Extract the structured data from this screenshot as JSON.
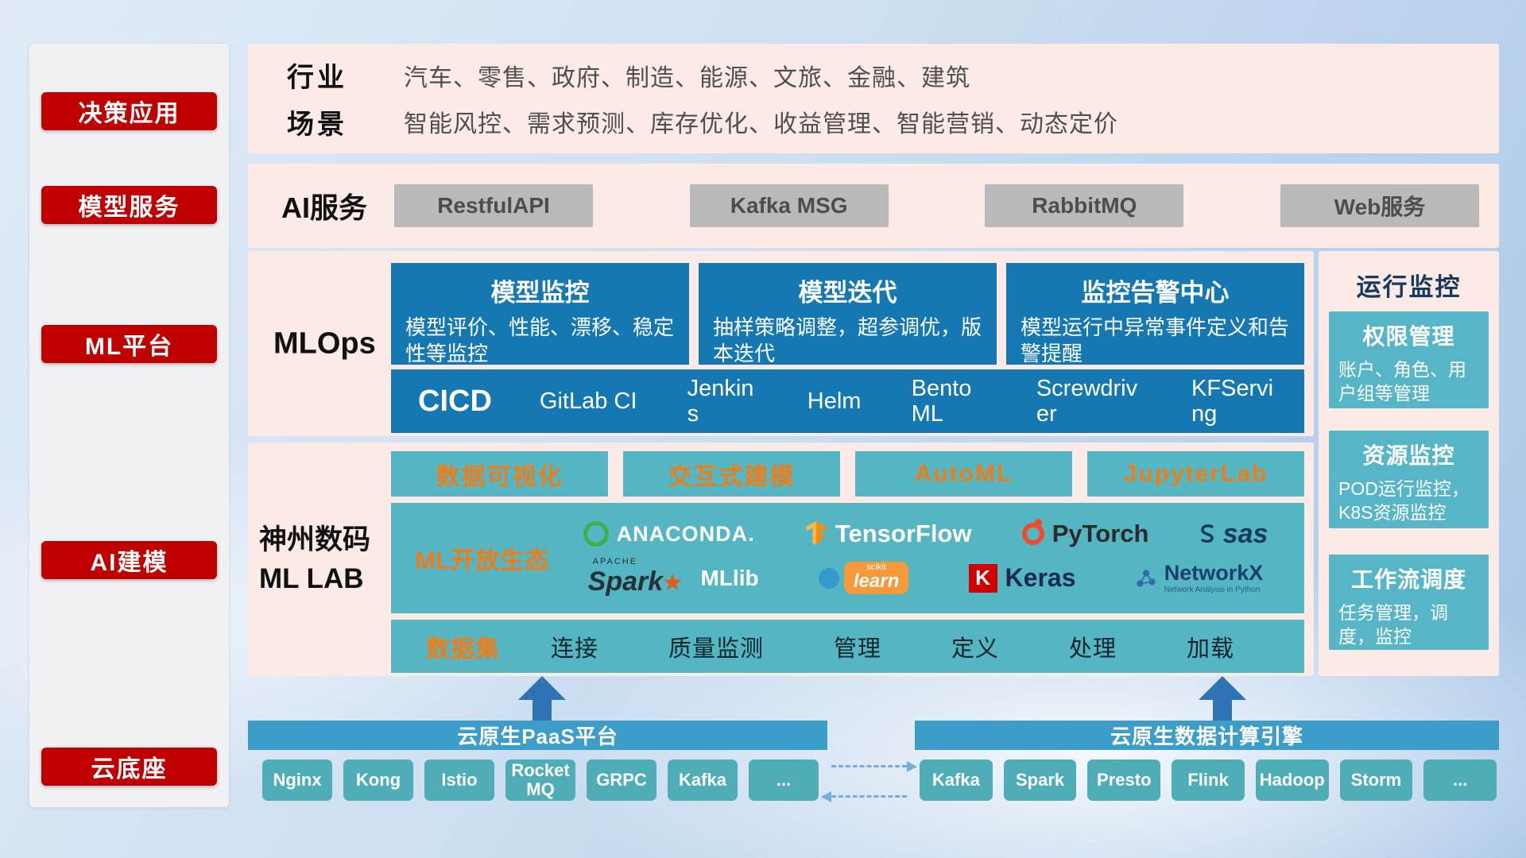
{
  "sidebar": {
    "items": [
      "决策应用",
      "模型服务",
      "ML平台",
      "AI建模",
      "云底座"
    ]
  },
  "industry": {
    "rows": [
      {
        "label": "行业",
        "text": "汽车、零售、政府、制造、能源、文旅、金融、建筑"
      },
      {
        "label": "场景",
        "text": "智能风控、需求预测、库存优化、收益管理、智能营销、动态定价"
      }
    ]
  },
  "ai_service": {
    "label": "AI服务",
    "services": [
      "RestfulAPI",
      "Kafka MSG",
      "RabbitMQ",
      "Web服务"
    ]
  },
  "mlops": {
    "label": "MLOps",
    "cards": [
      {
        "title": "模型监控",
        "desc": "模型评价、性能、漂移、稳定性等监控"
      },
      {
        "title": "模型迭代",
        "desc": "抽样策略调整，超参调优，版本迭代"
      },
      {
        "title": "监控告警中心",
        "desc": "模型运行中异常事件定义和告警提醒"
      }
    ],
    "cicd_title": "CICD",
    "cicd_tools": [
      "GitLab CI",
      "Jenkins",
      "Helm",
      "BentoML",
      "Screwdriver",
      "KFServing"
    ]
  },
  "mllab": {
    "label_line1": "神州数码",
    "label_line2": "ML LAB",
    "tools": [
      "数据可视化",
      "交互式建模",
      "AutoML",
      "JupyterLab"
    ],
    "eco_label": "ML开放生态",
    "logos": {
      "anaconda": "ANACONDA.",
      "tensorflow": "TensorFlow",
      "pytorch": "PyTorch",
      "sas": "sas",
      "spark_apache": "APACHE",
      "spark": "Spark",
      "mllib": "MLlib",
      "sklearn_small": "scikit",
      "sklearn": "learn",
      "keras_letter": "K",
      "keras": "Keras",
      "networkx": "NetworkX",
      "networkx_sub": "Network Analysis in Python"
    },
    "dataset_label": "数据集",
    "dataset_items": [
      "连接",
      "质量监测",
      "管理",
      "定义",
      "处理",
      "加载"
    ]
  },
  "monitoring": {
    "title": "运行监控",
    "cards": [
      {
        "title": "权限管理",
        "desc": "账户、角色、用户组等管理"
      },
      {
        "title": "资源监控",
        "desc": "POD运行监控，K8S资源监控"
      },
      {
        "title": "工作流调度",
        "desc": "任务管理，调度，监控"
      }
    ]
  },
  "foundation": {
    "paas_title": "云原生PaaS平台",
    "paas_items": [
      "Nginx",
      "Kong",
      "Istio",
      "RocketMQ",
      "GRPC",
      "Kafka",
      "..."
    ],
    "compute_title": "云原生数据计算引擎",
    "compute_items": [
      "Kafka",
      "Spark",
      "Presto",
      "Flink",
      "Hadoop",
      "Storm",
      "..."
    ]
  },
  "colors": {
    "accent_red": "#c00000",
    "panel_pink": "#fceae6",
    "card_blue": "#1678b2",
    "teal": "#54b6c2",
    "orange": "#ee7d18",
    "bar_blue": "#3d9dc9",
    "pill_teal": "#4fadb8",
    "arrow_blue": "#2e74b5"
  }
}
